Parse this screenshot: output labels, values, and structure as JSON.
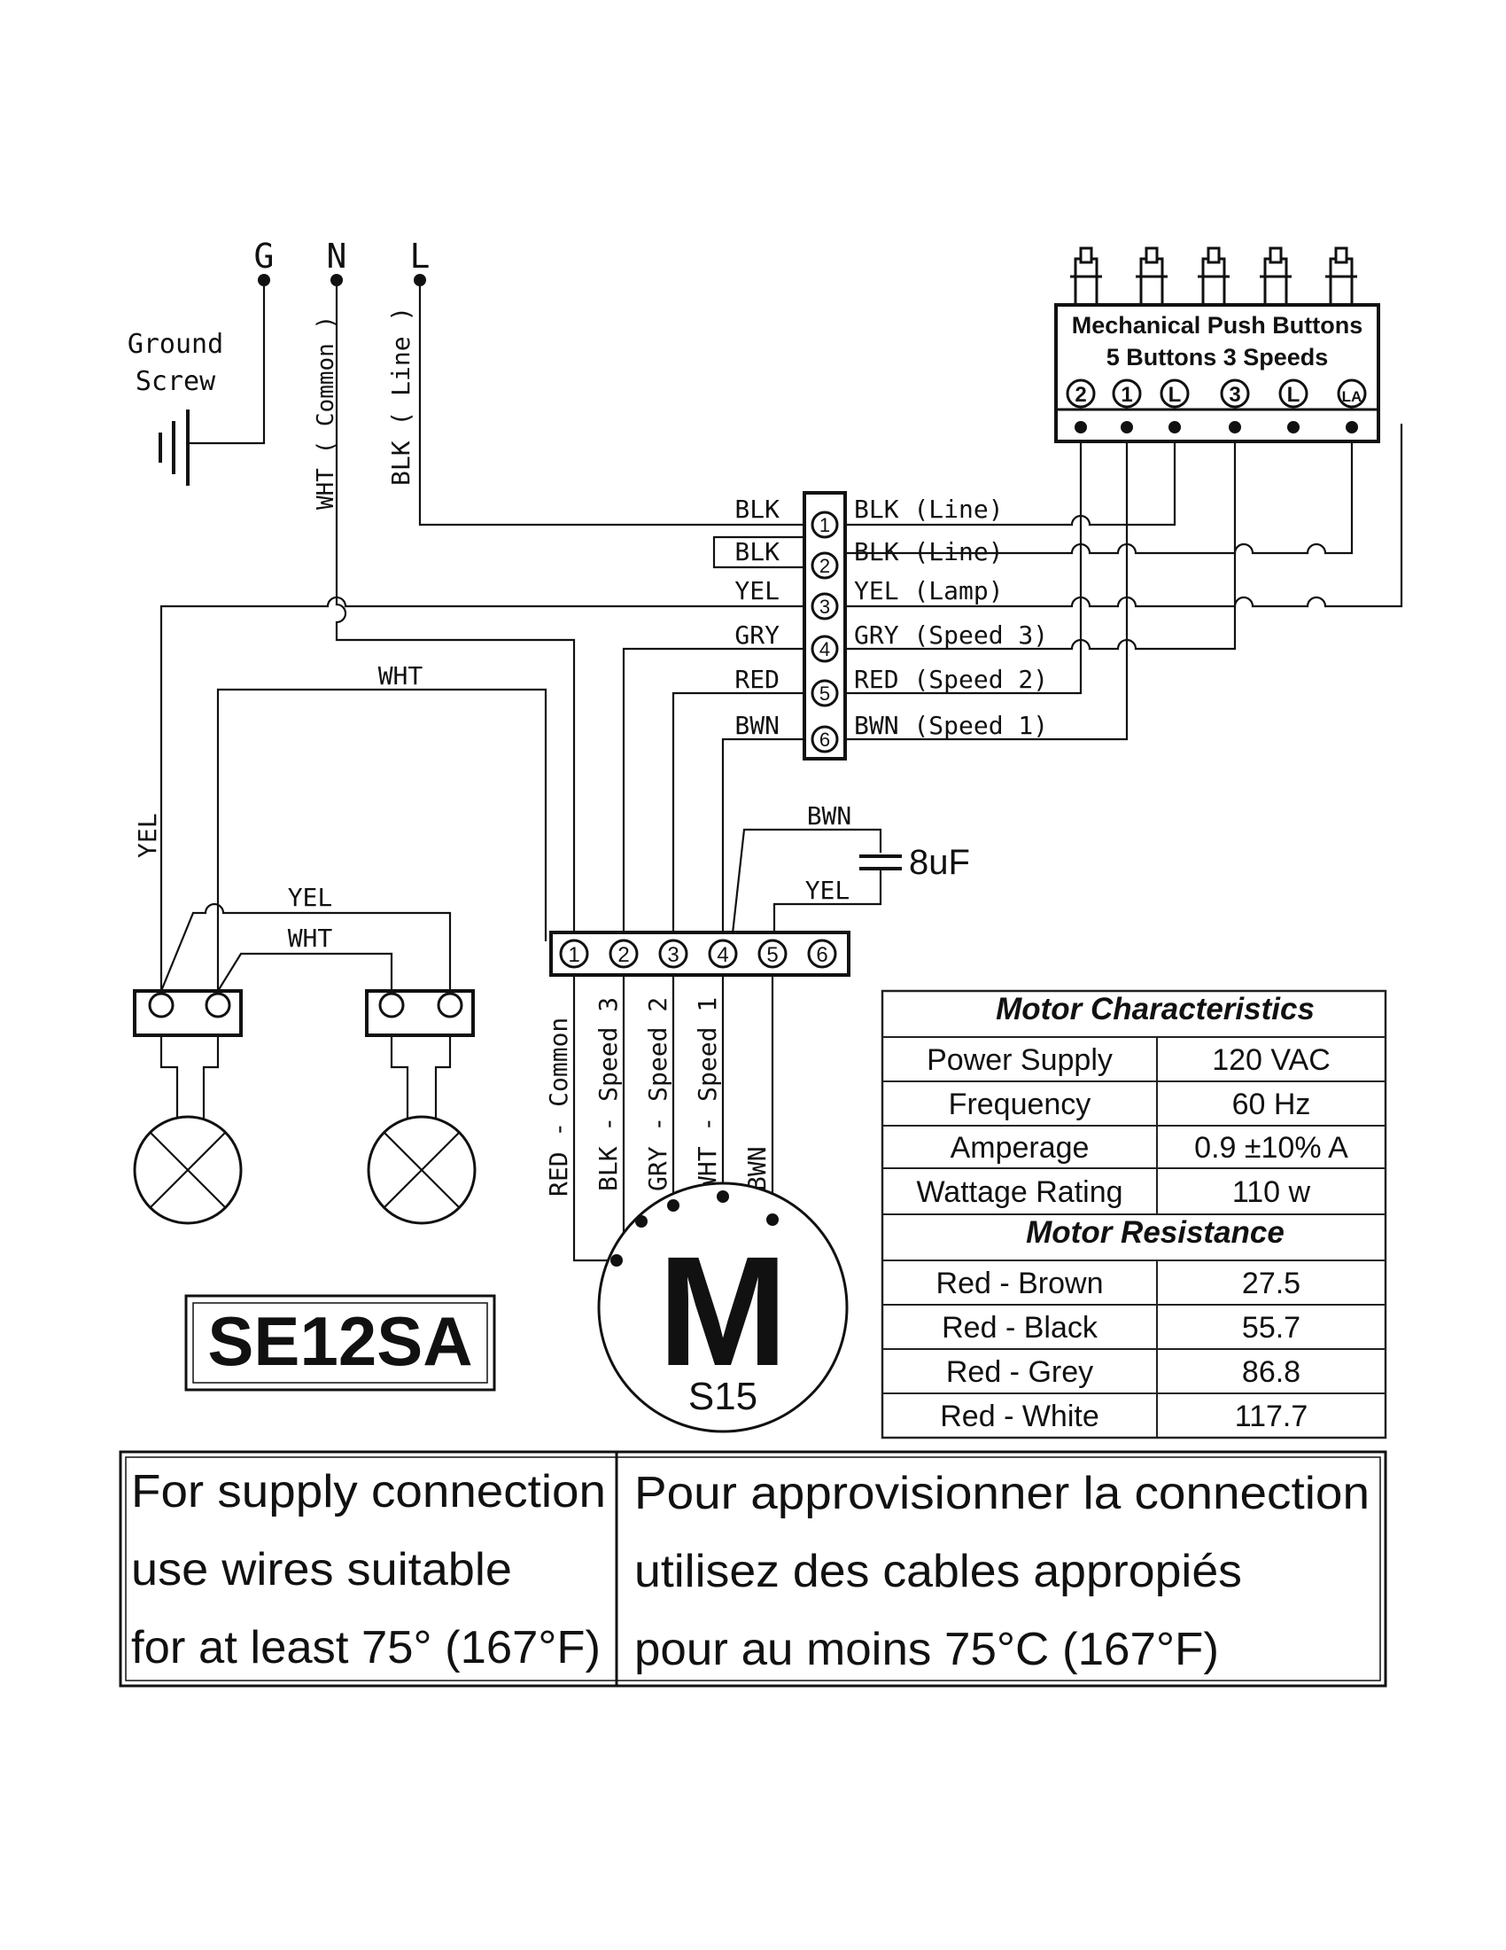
{
  "power": {
    "g": "G",
    "n": "N",
    "l": "L",
    "ground_line1": "Ground",
    "ground_line2": "Screw",
    "n_wire": "WHT ( Common )",
    "l_wire": "BLK ( Line )"
  },
  "buttons": {
    "title": "Mechanical Push Buttons",
    "subtitle": "5 Buttons  3 Speeds",
    "labels": [
      "2",
      "1",
      "L",
      "3",
      "L",
      "LA"
    ]
  },
  "terminal_block": {
    "numbers": [
      "1",
      "2",
      "3",
      "4",
      "5",
      "6"
    ],
    "left": [
      "BLK",
      "BLK",
      "YEL",
      "GRY",
      "RED",
      "BWN"
    ],
    "right": [
      "BLK (Line)",
      "BLK (Line)",
      "YEL (Lamp)",
      "GRY (Speed 3)",
      "RED (Speed 2)",
      "BWN (Speed 1)"
    ]
  },
  "wires": {
    "wht": "WHT",
    "yel_vertical": "YEL",
    "lamp_yel": "YEL",
    "lamp_wht": "WHT",
    "cap_bwn": "BWN",
    "cap_yel": "YEL",
    "capacitor": "8uF"
  },
  "motor_block": {
    "numbers": [
      "1",
      "2",
      "3",
      "4",
      "5",
      "6"
    ],
    "leads": [
      "RED - Common",
      "BLK - Speed 3",
      "GRY - Speed 2",
      "WHT - Speed 1",
      "BWN"
    ]
  },
  "motor": {
    "letter": "M",
    "model": "S15"
  },
  "model_label": "SE12SA",
  "table": {
    "heading1": "Motor Characteristics",
    "rows1": [
      {
        "label": "Power Supply",
        "value": "120 VAC"
      },
      {
        "label": "Frequency",
        "value": "60 Hz"
      },
      {
        "label": "Amperage",
        "value": "0.9 ±10% A"
      },
      {
        "label": "Wattage Rating",
        "value": "110 w"
      }
    ],
    "heading2": "Motor Resistance",
    "rows2": [
      {
        "label": "Red - Brown",
        "value": "27.5"
      },
      {
        "label": "Red - Black",
        "value": "55.7"
      },
      {
        "label": "Red - Grey",
        "value": "86.8"
      },
      {
        "label": "Red - White",
        "value": "117.7"
      }
    ]
  },
  "notice": {
    "en": [
      "For supply connection",
      "use wires suitable",
      "for at least 75° (167°F)"
    ],
    "fr": [
      "Pour approvisionner la connection",
      "utilisez des cables appropiés",
      "pour au moins 75°C (167°F)"
    ]
  }
}
